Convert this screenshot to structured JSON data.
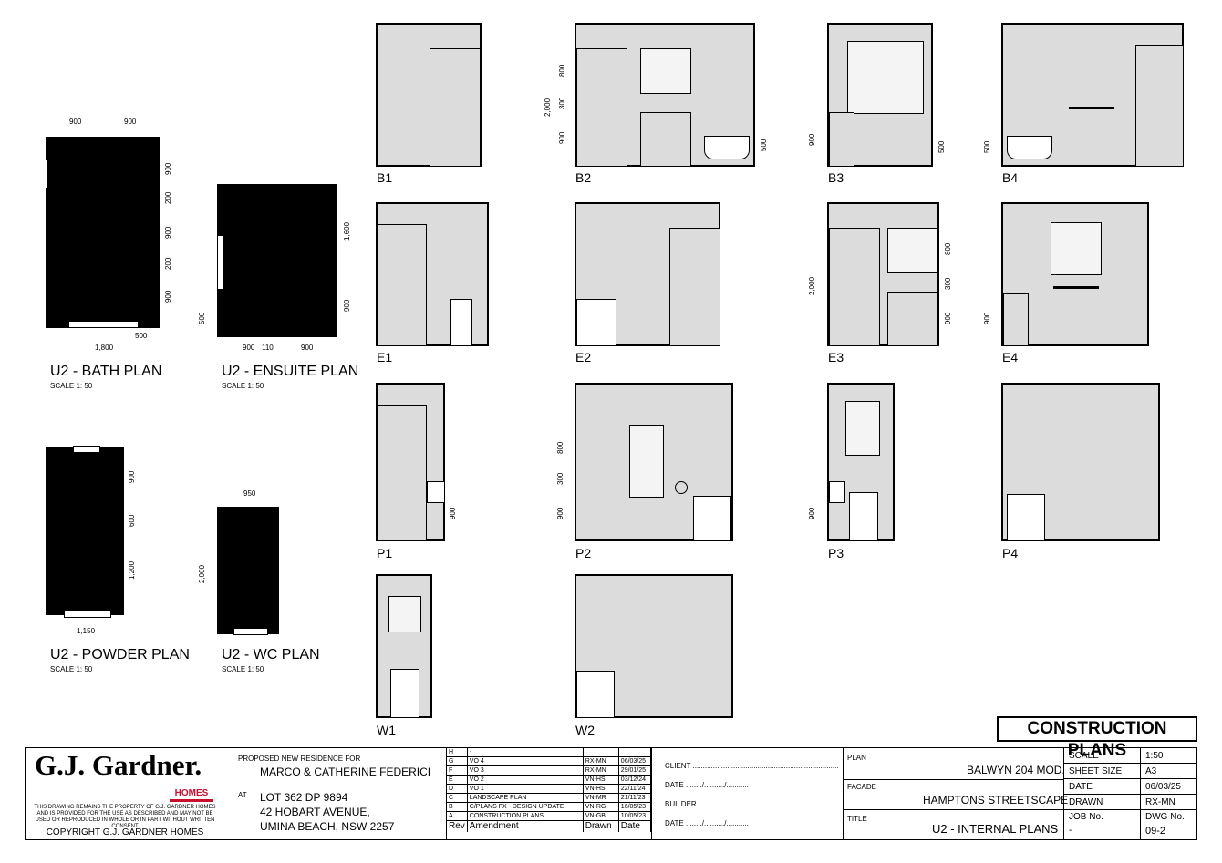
{
  "plans": [
    {
      "title": "U2 - BATH PLAN",
      "scale": "SCALE 1: 50"
    },
    {
      "title": "U2 - ENSUITE PLAN",
      "scale": "SCALE 1: 50"
    },
    {
      "title": "U2 - POWDER PLAN",
      "scale": "SCALE 1: 50"
    },
    {
      "title": "U2 - WC PLAN",
      "scale": "SCALE 1: 50"
    }
  ],
  "plan_dims": {
    "bath_top_a": "900",
    "bath_top_b": "900",
    "bath_bottom": "1,800",
    "bath_small": "500",
    "bath_r1": "900",
    "bath_r2": "200",
    "bath_r3": "900",
    "bath_r4": "200",
    "bath_r5": "900",
    "ens_b1": "900",
    "ens_b2": "110",
    "ens_b3": "900",
    "ens_l": "500",
    "ens_r1": "1,600",
    "ens_r2": "900",
    "pow_r1": "900",
    "pow_r2": "600",
    "pow_r3": "1,200",
    "pow_b": "1,150",
    "wc_t": "950",
    "wc_l": "2,000"
  },
  "elevations": [
    "B1",
    "B2",
    "B3",
    "B4",
    "E1",
    "E2",
    "E3",
    "E4",
    "P1",
    "P2",
    "P3",
    "P4",
    "W1",
    "W2"
  ],
  "elev_dims": {
    "b2_1": "2,000",
    "b2_2": "800",
    "b2_3": "300",
    "b2_4": "900",
    "b2_5": "500",
    "b3_1": "900",
    "b3_2": "500",
    "b4_1": "500",
    "e3_1": "2,000",
    "e3_2": "800",
    "e3_3": "300",
    "e3_4": "900",
    "e4_1": "900",
    "p1_1": "900",
    "p2_1": "800",
    "p2_2": "300",
    "p2_3": "900",
    "p3_1": "900"
  },
  "header_box": "CONSTRUCTION PLANS",
  "titleblock": {
    "logo": "G.J. Gardner.",
    "logo_sub": "HOMES",
    "disclaimer": "THIS DRAWING REMAINS THE PROPERTY OF G.J. GARDNER HOMES AND IS PROVIDED FOR THE USE AS DESCRIBED AND MAY NOT BE USED OR REPRODUCED IN WHOLE OR IN PART WITHOUT WRITTEN CONSENT",
    "copyright": "COPYRIGHT G.J. GARDNER HOMES",
    "proposed": "PROPOSED NEW RESIDENCE FOR",
    "client_name": "MARCO & CATHERINE FEDERICI",
    "at": "AT",
    "lot": "LOT 362 DP 9894",
    "street": "42 HOBART AVENUE,",
    "suburb": "UMINA BEACH, NSW 2257",
    "revisions": [
      {
        "rev": "H",
        "amend": "-",
        "drawn": "",
        "date": ""
      },
      {
        "rev": "G",
        "amend": "VO 4",
        "drawn": "RX-MN",
        "date": "06/03/25"
      },
      {
        "rev": "F",
        "amend": "VO 3",
        "drawn": "RX-MN",
        "date": "29/01/25"
      },
      {
        "rev": "E",
        "amend": "VO 2",
        "drawn": "VN-HS",
        "date": "03/12/24"
      },
      {
        "rev": "D",
        "amend": "VO 1",
        "drawn": "VN-HS",
        "date": "22/11/24"
      },
      {
        "rev": "C",
        "amend": "LANDSCAPE PLAN",
        "drawn": "VN-MR",
        "date": "21/11/23"
      },
      {
        "rev": "B",
        "amend": "C/PLANS FX - DESIGN UPDATE",
        "drawn": "VN-RG",
        "date": "16/05/23"
      },
      {
        "rev": "A",
        "amend": "CONSTRUCTION PLANS",
        "drawn": "VN-GB",
        "date": "10/05/23"
      }
    ],
    "rev_head": {
      "rev": "Rev",
      "amend": "Amendment",
      "drawn": "Drawn",
      "date": "Date"
    },
    "client_lbl": "CLIENT ........................................................................",
    "date_lbl1": "DATE ......../........../...........",
    "builder_lbl": "BUILDER .....................................................................",
    "date_lbl2": "DATE ......../........../...........",
    "plan_lbl": "PLAN",
    "plan_val": "BALWYN 204 MOD.",
    "facade_lbl": "FACADE",
    "facade_val": "HAMPTONS STREETSCAPE",
    "title_lbl": "TITLE",
    "title_val": "U2 - INTERNAL PLANS",
    "scale_lbl": "SCALE",
    "scale_val": "1:50",
    "sheet_lbl": "SHEET SIZE",
    "sheet_val": "A3",
    "date_lbl": "DATE",
    "date_val": "06/03/25",
    "drawn_lbl": "DRAWN",
    "drawn_val": "RX-MN",
    "job_lbl": "JOB No.",
    "job_val": "-",
    "dwg_lbl": "DWG No.",
    "dwg_val": "09-2"
  }
}
